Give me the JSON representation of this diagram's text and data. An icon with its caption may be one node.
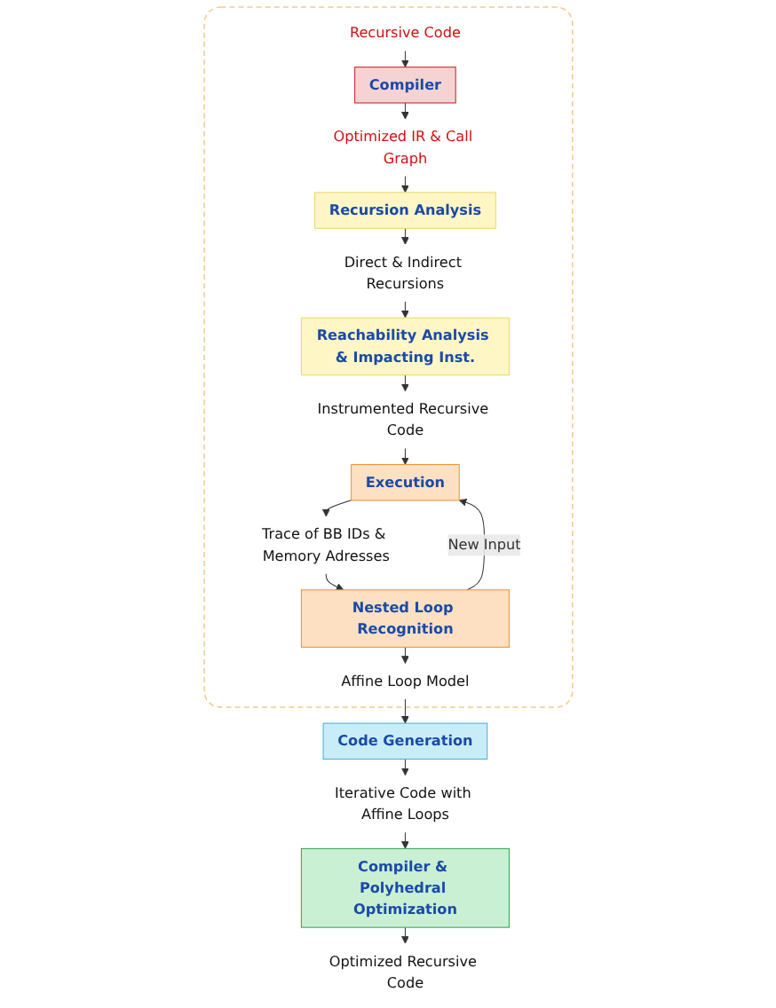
{
  "diagram": {
    "nodes": [
      {
        "text": [],
        "shape": "box"
      },
      {
        "text": [
          "Recursive Code"
        ],
        "in": 0
      },
      {
        "text": [
          "Compiler"
        ],
        "in": 0
      },
      {
        "text": [
          "Optimized IR & Call Graph"
        ],
        "in": 0
      },
      {
        "text": [
          "Recursion Analysis"
        ],
        "in": 0
      },
      {
        "text": [
          "Direct & Indirect Recursions"
        ],
        "in": 0
      },
      {
        "text": [
          "Reachability Analysis & Impacting Inst."
        ],
        "in": 0
      },
      {
        "text": [
          "Instrumented Recursive Code"
        ],
        "in": 0
      },
      {
        "text": [
          "Execution"
        ],
        "in": 0
      },
      {
        "text": [
          "Trace of BB IDs & Memory Adresses"
        ],
        "in": 0
      },
      {
        "text": [
          "Nested Loop Recognition"
        ],
        "in": 0
      },
      {
        "text": [
          "Affine Loop Model"
        ],
        "in": 0
      },
      {
        "text": [
          "Code Generation"
        ]
      },
      {
        "text": [
          "Iterative Code with Affine Loops"
        ]
      },
      {
        "text": [
          "Compiler & Polyhedral Optimization"
        ]
      },
      {
        "text": [
          "Optimized Recursive Code"
        ]
      }
    ],
    "edges": [
      {
        "from": 1,
        "to": 2,
        "arrow": "to"
      },
      {
        "from": 2,
        "to": 3,
        "arrow": "to"
      },
      {
        "from": 3,
        "to": 4,
        "arrow": "to"
      },
      {
        "from": 4,
        "to": 5,
        "arrow": "to"
      },
      {
        "from": 5,
        "to": 6,
        "arrow": "to"
      },
      {
        "from": 6,
        "to": 7,
        "arrow": "to"
      },
      {
        "from": 7,
        "to": 8,
        "arrow": "to"
      },
      {
        "from": 8,
        "to": 9,
        "arrow": "to"
      },
      {
        "from": 9,
        "to": 10,
        "arrow": "to"
      },
      {
        "from": 10,
        "to": 8,
        "arrow": "to",
        "label": "New Input"
      },
      {
        "from": 10,
        "to": 11,
        "arrow": "to"
      },
      {
        "from": 11,
        "to": 12,
        "arrow": "to"
      },
      {
        "from": 12,
        "to": 13,
        "arrow": "to"
      },
      {
        "from": 13,
        "to": 14,
        "arrow": "to"
      },
      {
        "from": 14,
        "to": 15,
        "arrow": "to"
      }
    ]
  }
}
